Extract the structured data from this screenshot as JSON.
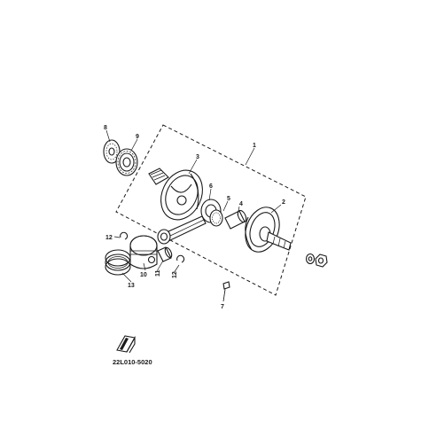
{
  "part_labels": {
    "p1": "1",
    "p2": "2",
    "p3": "3",
    "p4": "4",
    "p5": "5",
    "p6": "6",
    "p7": "7",
    "p8": "8",
    "p9": "9",
    "p10": "10",
    "p11": "11",
    "p12a": "12",
    "p12b": "12",
    "p13": "13"
  },
  "diagram_code": "22L010-5020",
  "colors": {
    "ink": "#1a1a1a",
    "paper": "#ffffff"
  }
}
